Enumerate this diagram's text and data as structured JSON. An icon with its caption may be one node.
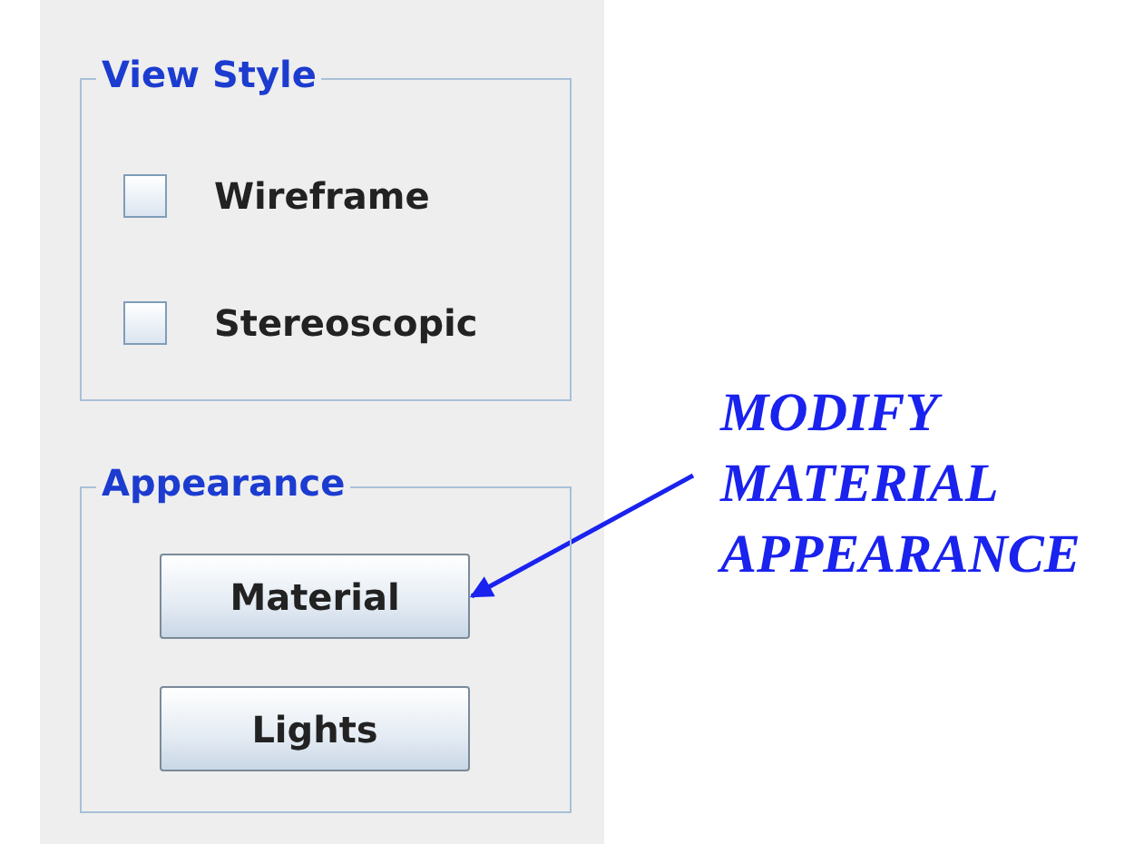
{
  "diagram": {
    "nodes": [
      {
        "text": [
          "View Style"
        ]
      },
      {
        "text": [
          "Wireframe"
        ],
        "in": 0
      },
      {
        "text": [
          "Stereoscopic"
        ],
        "in": 0
      },
      {
        "text": [
          "Appearance"
        ]
      },
      {
        "text": [
          "Material"
        ],
        "in": 3
      },
      {
        "text": [
          "Lights"
        ],
        "in": 3
      },
      {
        "text": [
          "MODIFY MATERIAL APPEARANCE"
        ]
      }
    ],
    "edges": [
      {
        "from": 6,
        "to": 4,
        "arrow": "to",
        "color": "#1a22ee"
      }
    ]
  }
}
